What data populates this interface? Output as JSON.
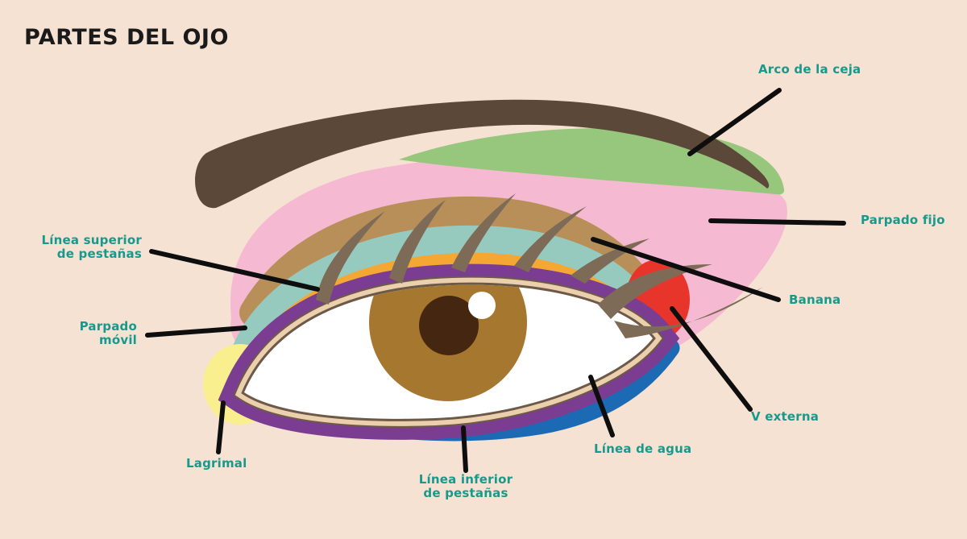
{
  "title": "PARTES DEL OJO",
  "labels": {
    "arco": {
      "lines": [
        "Arco de la ceja"
      ]
    },
    "parpado_fijo": {
      "lines": [
        "Parpado fijo"
      ]
    },
    "linea_superior": {
      "lines": [
        "Línea superior",
        "de pestañas"
      ]
    },
    "banana": {
      "lines": [
        "Banana"
      ]
    },
    "parpado_movil": {
      "lines": [
        "Parpado",
        "móvil"
      ]
    },
    "v_externa": {
      "lines": [
        "V externa"
      ]
    },
    "lagrimal": {
      "lines": [
        "Lagrimal"
      ]
    },
    "linea_agua": {
      "lines": [
        "Línea de agua"
      ]
    },
    "linea_inferior": {
      "lines": [
        "Línea inferior",
        "de pestañas"
      ]
    }
  },
  "palette": {
    "background": "#f5e2d3",
    "title_text": "#1a1a1a",
    "label_text": "#17998c",
    "leader_line": "#0e0e0e",
    "eyebrow_brown": "#5c4839",
    "brow_highlight_green": "#97c67d",
    "fixed_lid_pink": "#f5bad2",
    "crease_tan": "#b88f58",
    "mobile_lid_teal": "#97cabe",
    "upper_lashline_orange": "#f4a733",
    "eyeliner_purple": "#7b3d91",
    "lashline_brown": "#6d5948",
    "waterline_beige": "#ecd0ae",
    "sclera_white": "#ffffff",
    "iris_brown": "#a6772f",
    "pupil_brown": "#452711",
    "lower_lashline_blue": "#1d6ab4",
    "lagrimal_yellow": "#f9ef8e",
    "v_externa_red": "#e8352b",
    "lash_brown": "#7d6b57"
  }
}
